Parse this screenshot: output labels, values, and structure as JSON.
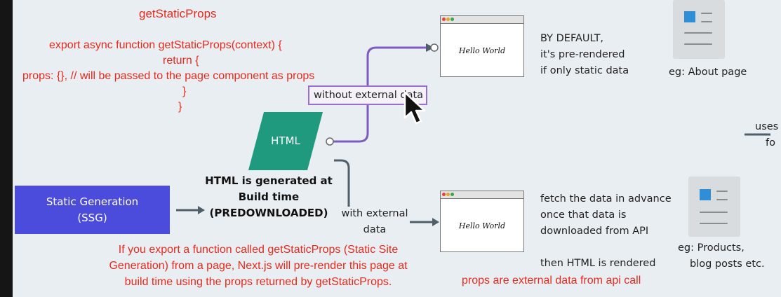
{
  "code": {
    "title": "getStaticProps",
    "line1": "export async function getStaticProps(context) {",
    "line2": "return {",
    "line3": "props: {}, // will be passed to the page component as props",
    "line4": "}",
    "line5": "}"
  },
  "html_node": {
    "label": "HTML"
  },
  "ssg_box": {
    "line1": "Static Generation",
    "line2": "(SSG)"
  },
  "html_generated": {
    "line1": "HTML is generated at",
    "line2": "Build time",
    "line3": "(PREDOWNLOADED)"
  },
  "branch_top": {
    "label": "without external data"
  },
  "branch_bottom": {
    "line1": "with external",
    "line2": "data"
  },
  "window_top": {
    "text": "Hello World"
  },
  "window_bottom": {
    "text": "Hello World"
  },
  "top_desc": {
    "line1": "BY DEFAULT,",
    "line2": "it's pre-rendered",
    "line3": "if only static data",
    "example": "eg: About page"
  },
  "bottom_desc": {
    "line1": "fetch the data in advance",
    "line2": "once that data is",
    "line3": "downloaded from API",
    "line4": "then HTML is rendered",
    "example_line1": "eg: Products,",
    "example_line2": "blog posts etc."
  },
  "right_cut": {
    "line1": "uses",
    "line2": "fo"
  },
  "note": {
    "line1": "If you export a function called getStaticProps (Static Site",
    "line2": "Generation) from a page, Next.js will pre-render this page at",
    "line3": "build time using the props returned by getStaticProps."
  },
  "props_note": {
    "text": "props are external data from api call"
  },
  "colors": {
    "background": "#e9eef2",
    "annotation_red": "#e8291c",
    "ssg_blue": "#4b4bdc",
    "html_green": "#1f9a7f",
    "connector_purple": "#7e5bbf",
    "connector_gray": "#4f5f6a",
    "doc_icon_blue": "#2f8fd6"
  },
  "icons": {
    "cursor": "mouse-pointer-icon",
    "document": "document-icon"
  }
}
